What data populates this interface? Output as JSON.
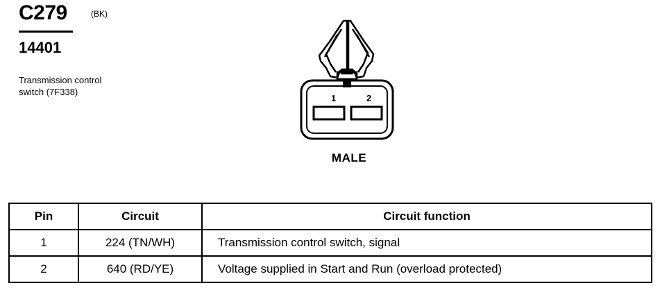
{
  "header": {
    "connector_id": "C279",
    "color_code": "(BK)",
    "part_number": "14401",
    "description_line1": "Transmission control",
    "description_line2": "switch (7F338)"
  },
  "connector": {
    "pin_labels": [
      "1",
      "2"
    ],
    "gender": "MALE"
  },
  "table": {
    "headers": {
      "pin": "Pin",
      "circuit": "Circuit",
      "function": "Circuit function"
    },
    "rows": [
      {
        "pin": "1",
        "circuit": "224 (TN/WH)",
        "function": "Transmission control switch, signal"
      },
      {
        "pin": "2",
        "circuit": "640 (RD/YE)",
        "function": "Voltage supplied in Start and Run (overload protected)"
      }
    ]
  }
}
